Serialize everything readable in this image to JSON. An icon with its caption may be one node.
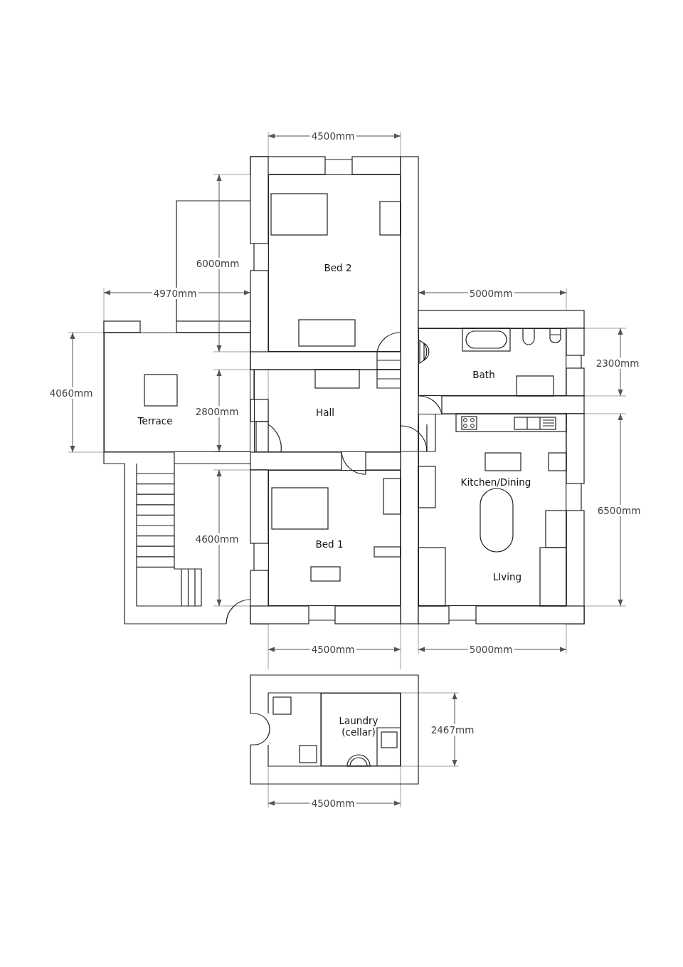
{
  "diagram": {
    "nodes": [
      {
        "text": [
          "Bed 2"
        ]
      },
      {
        "text": [
          "Bath"
        ]
      },
      {
        "text": [
          "Hall"
        ]
      },
      {
        "text": [
          "Terrace"
        ]
      },
      {
        "text": [
          "Kitchen/Dining",
          "LIving"
        ]
      },
      {
        "text": [
          "Bed 1"
        ]
      },
      {
        "text": [
          "Laundry (cellar)"
        ]
      }
    ],
    "labels": [
      "4500mm",
      "6000mm",
      "4970mm",
      "5000mm",
      "2300mm",
      "4060mm",
      "2800mm",
      "6500mm",
      "4600mm",
      "4500mm",
      "5000mm",
      "2467mm",
      "4500mm"
    ]
  }
}
